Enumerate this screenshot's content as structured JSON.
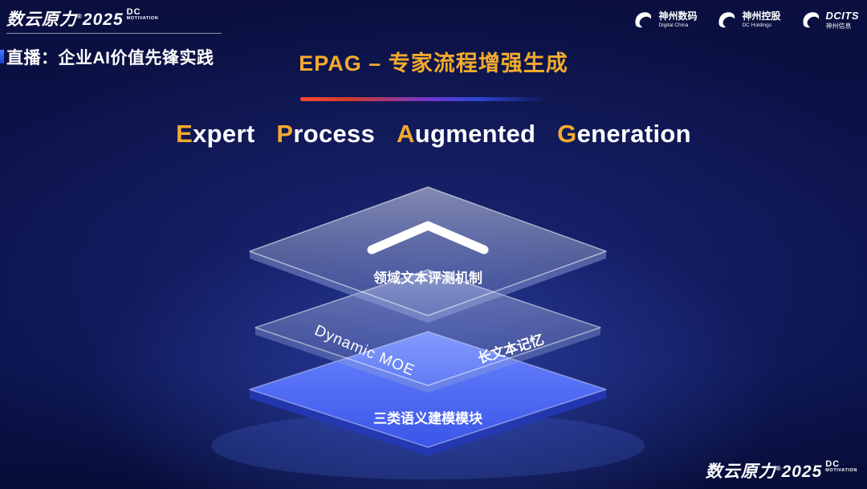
{
  "header": {
    "brand": {
      "name": "数云原力",
      "reg": "®",
      "year": "2025",
      "dc": "DC",
      "motivation": "MOTIVATION"
    },
    "live_label": "直播：企业AI价值先锋实践",
    "slide_title": "EPAG – 专家流程增强生成",
    "logos": [
      {
        "name": "神州数码",
        "sub": "Digital China"
      },
      {
        "name": "神州控股",
        "sub": "DC Holdings"
      },
      {
        "name": "DCITS",
        "sub": "神州信息"
      }
    ]
  },
  "main": {
    "title_words": [
      {
        "a": "E",
        "r": "xpert"
      },
      {
        "a": "P",
        "r": "rocess"
      },
      {
        "a": "A",
        "r": "ugmented"
      },
      {
        "a": "G",
        "r": "eneration"
      }
    ],
    "diagram": {
      "top_label": "领域文本评测机制",
      "mid_label_left": "Dynamic  MOE",
      "mid_label_right": "长文本记忆",
      "bottom_label": "三类语义建模模块"
    }
  },
  "footer": {
    "brand": {
      "name": "数云原力",
      "reg": "®",
      "year": "2025",
      "dc": "DC",
      "motivation": "MOTIVATION"
    }
  },
  "colors": {
    "accent_gold": "#f2ab2d",
    "divider_red": "#ff4733",
    "bottom_layer_blue": "#4a67f0",
    "background_navy": "#0a0f3e"
  }
}
